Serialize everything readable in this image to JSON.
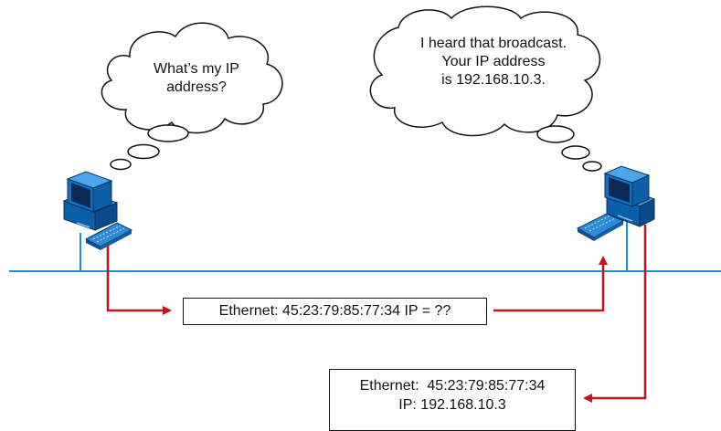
{
  "client_thought": {
    "line1": "What’s my IP",
    "line2": "address?"
  },
  "server_thought": {
    "line1": "I heard that broadcast.",
    "line2": "Your IP address",
    "line3": "is 192.168.10.3."
  },
  "request_frame": {
    "text": "Ethernet: 45:23:79:85:77:34 IP = ??"
  },
  "reply_frame": {
    "line1": "Ethernet:  45:23:79:85:77:34",
    "line2": "IP: 192.168.10.3"
  },
  "colors": {
    "network_line": "#1f8fd6",
    "arrow": "#c0161f",
    "computer_blue": "#1172c4"
  },
  "icons": [
    "desktop-computer-icon",
    "keyboard-icon",
    "thought-cloud-icon"
  ]
}
